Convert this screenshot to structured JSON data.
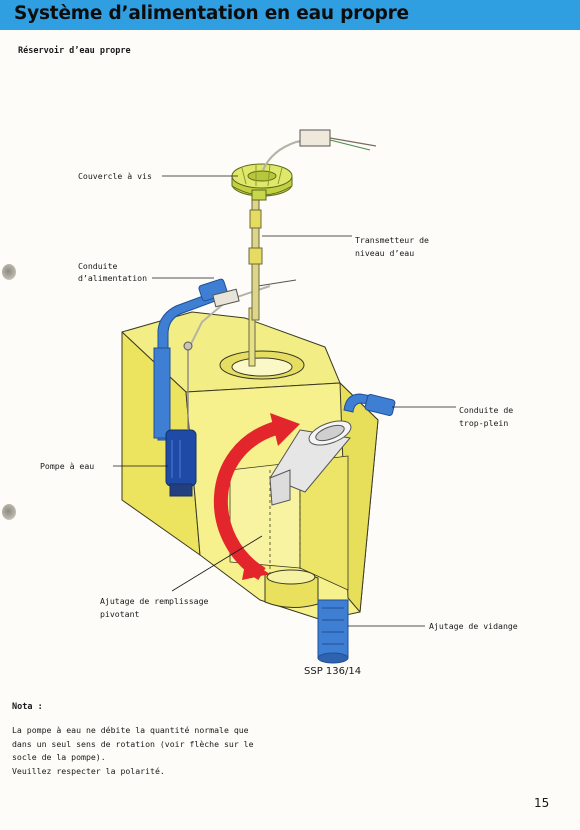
{
  "header": {
    "title": "Système d’alimentation en eau propre"
  },
  "section": {
    "subtitle": "Réservoir d’eau propre"
  },
  "figure": {
    "labels": {
      "screw_cap": "Couvercle à vis",
      "level_sender_1": "Transmetteur de",
      "level_sender_2": "niveau d’eau",
      "supply_line_1": "Conduite",
      "supply_line_2": "d’alimentation",
      "pump": "Pompe à eau",
      "overflow_1": "Conduite de",
      "overflow_2": "trop-plein",
      "filler_1": "Ajutage de remplissage",
      "filler_2": "pivotant",
      "drain": "Ajutage de vidange"
    },
    "code": "SSP 136/14"
  },
  "nota": {
    "heading": "Nota :",
    "lines": [
      "La pompe à eau ne débite la quantité normale que",
      "dans un seul sens de rotation (voir flèche sur le",
      "socle de la pompe).",
      "Veuillez respecter la polarité."
    ]
  },
  "page": {
    "number": "15"
  },
  "colors": {
    "header_band": "#2f9fe2",
    "tank": "#f4f08a",
    "hose_blue": "#3e7fd3",
    "arrow_red": "#e3262b",
    "cap_green": "#d9e65a"
  }
}
